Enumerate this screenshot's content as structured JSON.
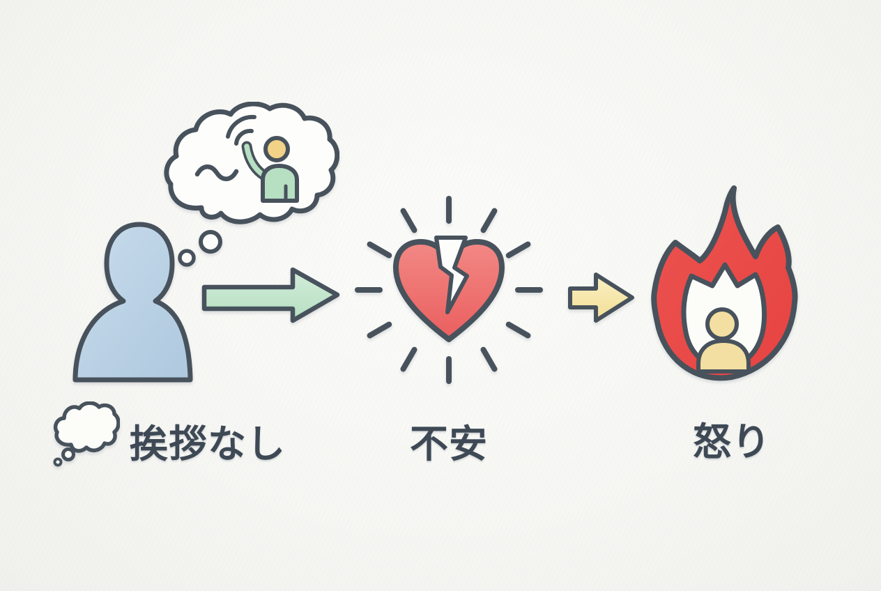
{
  "diagram": {
    "flow_steps": [
      {
        "id": "trigger",
        "label": "挨拶なし",
        "icon": "thought-bubble-icon"
      },
      {
        "id": "feeling",
        "label": "不安",
        "icon": "broken-heart-icon"
      },
      {
        "id": "reaction",
        "label": "怒り",
        "icon": "anger-fire-icon"
      }
    ],
    "icons": [
      "person-silhouette-icon",
      "thought-cloud-icon",
      "waving-person-icon",
      "wave-lines-icon",
      "squiggle-icon",
      "thought-trail-dots-icon",
      "arrow-right-green-icon",
      "broken-heart-icon",
      "shock-rays-icon",
      "lightning-crack-icon",
      "arrow-right-yellow-icon",
      "anger-fire-icon",
      "person-in-fire-icon",
      "thought-bubble-icon"
    ],
    "colors": {
      "background": "#f6f6f3",
      "outline": "#47525c",
      "text": "#3e4955",
      "person_blue": "#b9d0e4",
      "thought_person_green": "#b7dfc2",
      "head_yellow": "#f2d287",
      "arrow_green": "#c6e6cf",
      "heart_red": "#ee6e6c",
      "arrow_yellow": "#f6e8aa",
      "fire_red": "#e94b49",
      "fire_person_cream": "#f3dfa2"
    }
  }
}
